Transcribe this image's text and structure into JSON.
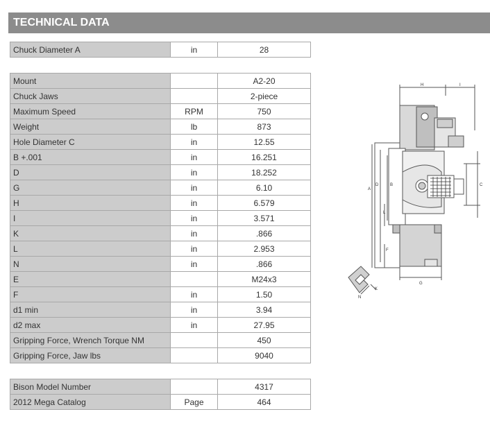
{
  "header": {
    "title": "TECHNICAL DATA"
  },
  "table_top": [
    {
      "label": "Chuck Diameter A",
      "unit": "in",
      "value": "28"
    }
  ],
  "table_specs": [
    {
      "label": "Mount",
      "unit": "",
      "value": "A2-20"
    },
    {
      "label": "Chuck Jaws",
      "unit": "",
      "value": "2-piece"
    },
    {
      "label": "Maximum Speed",
      "unit": "RPM",
      "value": "750"
    },
    {
      "label": "Weight",
      "unit": "lb",
      "value": "873"
    },
    {
      "label": "Hole Diameter C",
      "unit": "in",
      "value": "12.55"
    },
    {
      "label": "B +.001",
      "unit": "in",
      "value": "16.251"
    },
    {
      "label": "D",
      "unit": "in",
      "value": "18.252"
    },
    {
      "label": "G",
      "unit": "in",
      "value": "6.10"
    },
    {
      "label": "H",
      "unit": "in",
      "value": "6.579"
    },
    {
      "label": "I",
      "unit": "in",
      "value": "3.571"
    },
    {
      "label": "K",
      "unit": "in",
      "value": ".866"
    },
    {
      "label": "L",
      "unit": "in",
      "value": "2.953"
    },
    {
      "label": "N",
      "unit": "in",
      "value": ".866"
    },
    {
      "label": "E",
      "unit": "",
      "value": "M24x3"
    },
    {
      "label": "F",
      "unit": "in",
      "value": "1.50"
    },
    {
      "label": "d1 min",
      "unit": "in",
      "value": "3.94"
    },
    {
      "label": "d2 max",
      "unit": "in",
      "value": "27.95"
    },
    {
      "label": "Gripping Force, Wrench Torque NM",
      "unit": "",
      "value": "450"
    },
    {
      "label": "Gripping Force, Jaw lbs",
      "unit": "",
      "value": "9040"
    }
  ],
  "table_bottom": [
    {
      "label": "Bison Model Number",
      "unit": "",
      "value": "4317"
    },
    {
      "label": "2012 Mega Catalog",
      "unit": "Page",
      "value": "464"
    }
  ],
  "drawing": {
    "labels": {
      "H": "H",
      "I": "I",
      "A": "A",
      "D": "D",
      "B": "B",
      "L": "L",
      "C": "C",
      "F": "F",
      "G": "G",
      "N": "N",
      "K": "K"
    }
  }
}
